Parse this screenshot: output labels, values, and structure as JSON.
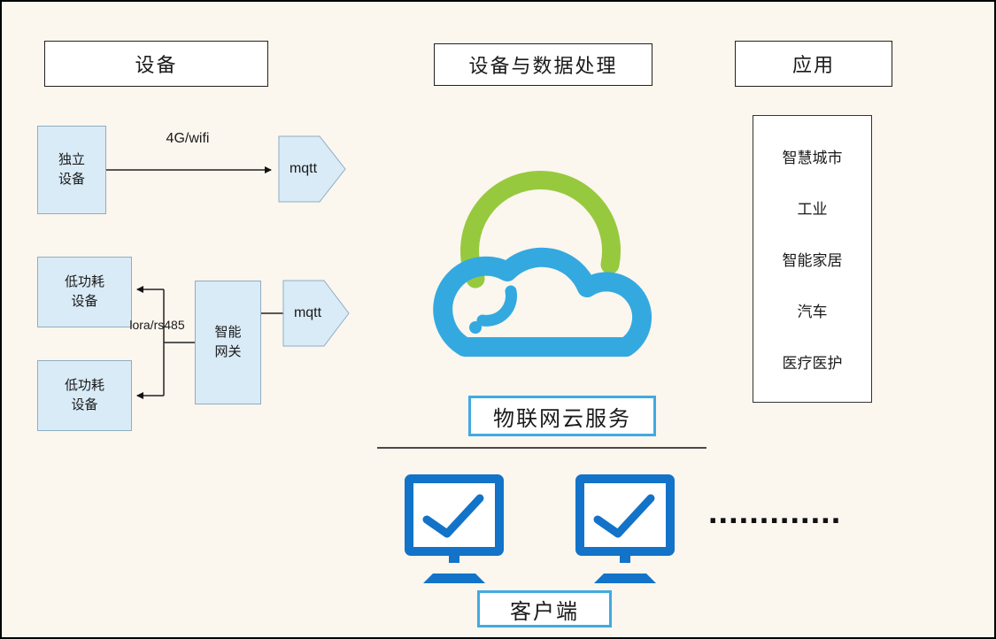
{
  "headers": {
    "devices": "设备",
    "processing": "设备与数据处理",
    "applications": "应用"
  },
  "device_column": {
    "standalone_device": "独立\n设备",
    "link_4g": "4G/wifi",
    "mqtt_top": "mqtt",
    "low_power_device_1": "低功耗\n设备",
    "low_power_device_2": "低功耗\n设备",
    "link_lora": "lora/rs485",
    "gateway": "智能\n网关",
    "mqtt_bottom": "mqtt"
  },
  "cloud": {
    "label": "物联网云服务"
  },
  "applications": {
    "items": [
      "智慧城市",
      "工业",
      "智能家居",
      "汽车",
      "医疗医护"
    ]
  },
  "clients": {
    "label": "客户端",
    "ellipsis": "............."
  },
  "colors": {
    "cloud_green": "#97C93E",
    "cloud_blue": "#33A9E0",
    "monitor_blue": "#1273C8",
    "label_border_blue": "#41AAE1",
    "box_fill": "#D9EBF7",
    "box_border": "#8FAEC4",
    "background": "#FBF6EE"
  }
}
